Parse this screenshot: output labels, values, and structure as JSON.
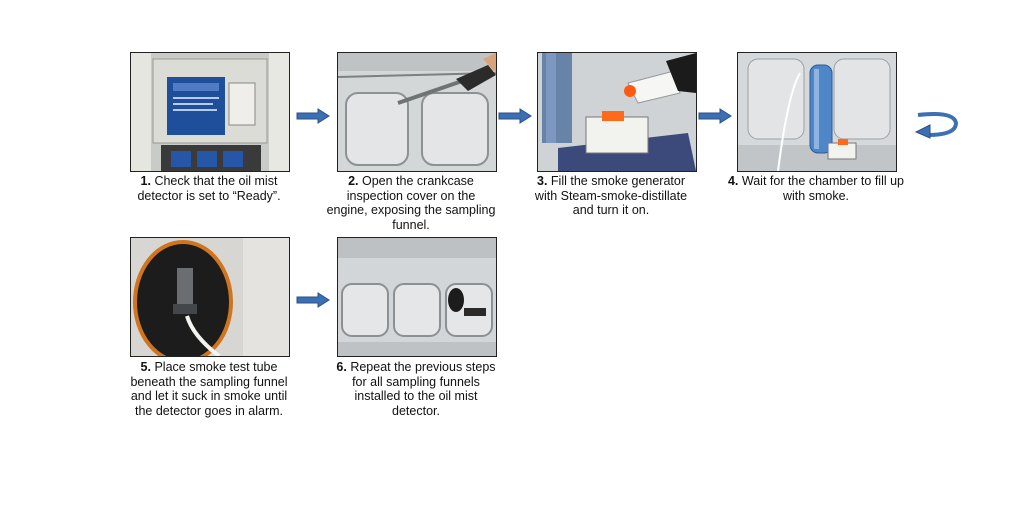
{
  "steps": [
    {
      "number": "1.",
      "text": " Check that the oil mist detector is set to “Ready”."
    },
    {
      "number": "2.",
      "text": " Open the crankcase inspection cover on the engine, exposing the sampling funnel."
    },
    {
      "number": "3.",
      "text": " Fill the smoke generator with Steam-smoke-distillate and turn it on."
    },
    {
      "number": "4.",
      "text": " Wait for the chamber to fill up with smoke."
    },
    {
      "number": "5.",
      "text": " Place smoke test tube beneath the sampling funnel and let it suck in smoke until the detector goes in alarm."
    },
    {
      "number": "6.",
      "text": " Repeat the previous steps for all sampling funnels installed to the oil mist detector."
    }
  ],
  "icons": {
    "arrow": "right-arrow-icon",
    "loop": "loop-arrow-icon"
  },
  "colors": {
    "arrow_fill": "#3d6fb5",
    "arrow_stroke": "#2b4f85"
  }
}
